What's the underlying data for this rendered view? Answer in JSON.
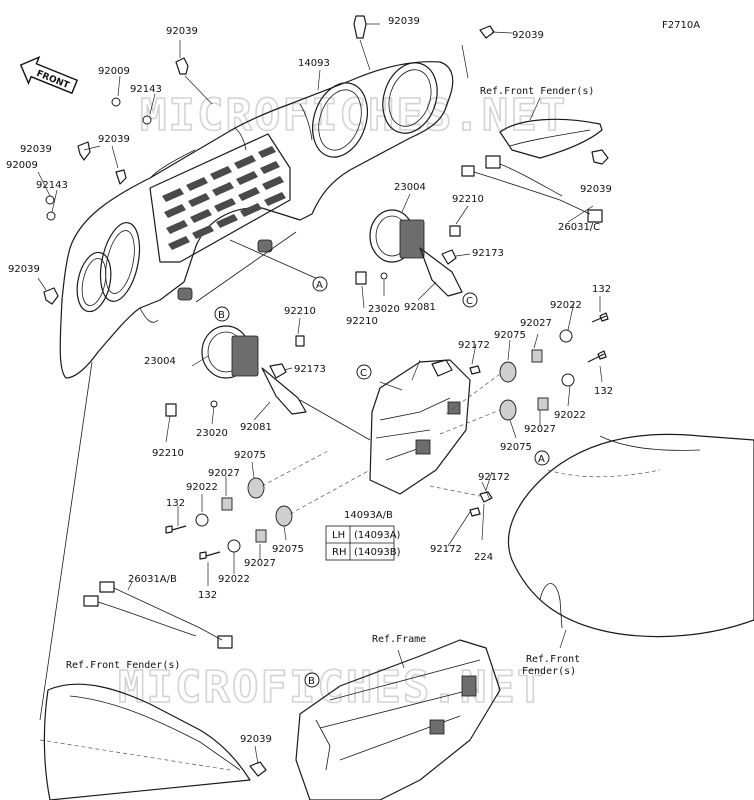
{
  "diagram_code": "F2710A",
  "front_label": "FRONT",
  "watermarks": [
    "MICROFICHES.NET",
    "MICROFICHES.NET"
  ],
  "refs": {
    "front_fender_top": "Ref.Front Fender(s)",
    "front_fender_right": "Ref.Front\nFender(s)",
    "front_fender_bottom": "Ref.Front Fender(s)",
    "frame": "Ref.Frame"
  },
  "callouts": {
    "a_top": "A",
    "b_top": "B",
    "c_top": "C",
    "c_mid": "C",
    "a_right": "A",
    "b_bottom": "B"
  },
  "parts": {
    "p92039_a": "92039",
    "p92039_b": "92039",
    "p92039_c": "92039",
    "p92039_d": "92039",
    "p92039_e": "92039",
    "p92039_f": "92039",
    "p92039_g": "92039",
    "p92039_h": "92039",
    "p92009_a": "92009",
    "p92009_b": "92009",
    "p92143_a": "92143",
    "p92143_b": "92143",
    "p14093": "14093",
    "p23004_a": "23004",
    "p23004_b": "23004",
    "p92210_a": "92210",
    "p92210_b": "92210",
    "p92210_c": "92210",
    "p92210_d": "92210",
    "p92173_a": "92173",
    "p92173_b": "92173",
    "p23020_a": "23020",
    "p23020_b": "23020",
    "p92081_a": "92081",
    "p92081_b": "92081",
    "p26031c": "26031/C",
    "p132_a": "132",
    "p132_b": "132",
    "p132_c": "132",
    "p132_d": "132",
    "p92022_a": "92022",
    "p92022_b": "92022",
    "p92022_c": "92022",
    "p92022_d": "92022",
    "p92027_a": "92027",
    "p92027_b": "92027",
    "p92027_c": "92027",
    "p92027_d": "92027",
    "p92075_a": "92075",
    "p92075_b": "92075",
    "p92075_c": "92075",
    "p92075_d": "92075",
    "p92172_a": "92172",
    "p92172_b": "92172",
    "p92172_c": "92172",
    "p14093ab": "14093A/B",
    "p224": "224",
    "p26031ab": "26031A/B"
  },
  "side_table": {
    "rows": [
      {
        "side": "LH",
        "part": "(14093A)"
      },
      {
        "side": "RH",
        "part": "(14093B)"
      }
    ]
  }
}
